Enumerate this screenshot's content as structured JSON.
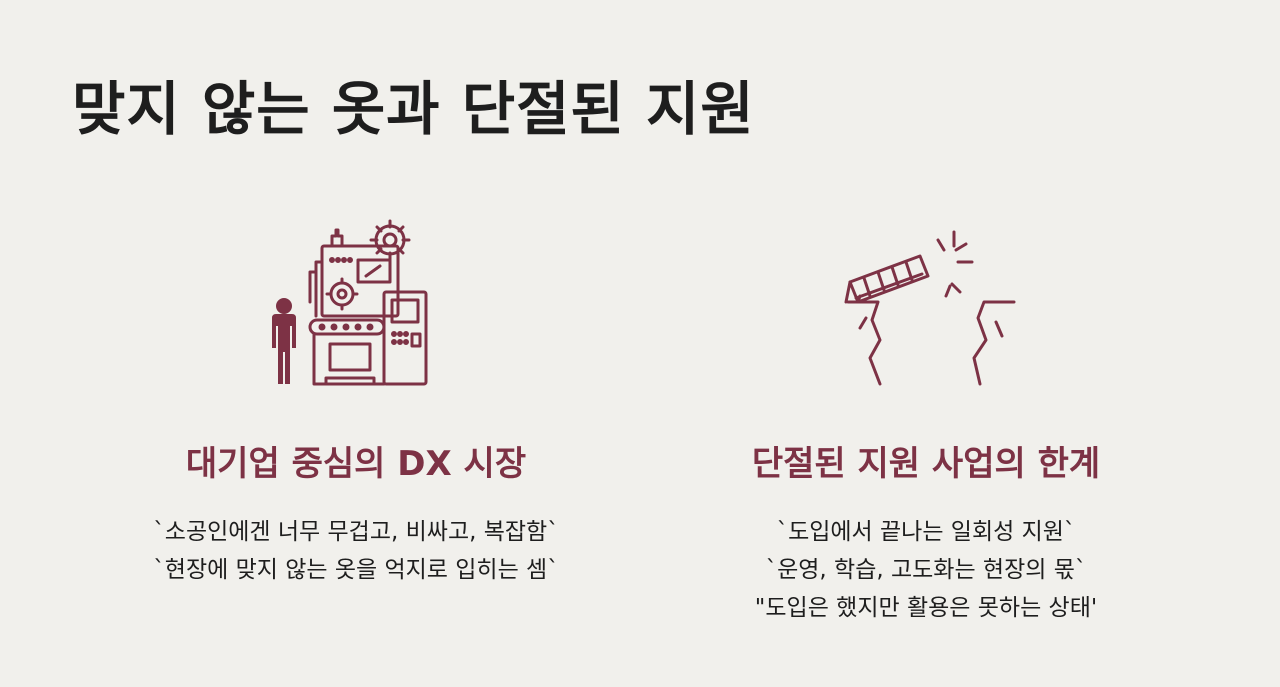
{
  "slide": {
    "title": "맞지 않는 옷과 단절된 지원",
    "accent_color": "#7d3245",
    "text_color": "#1e1e1e",
    "background_color": "#f1f0ec"
  },
  "left_column": {
    "icon": "factory-machine-with-person-icon",
    "heading": "대기업 중심의 DX 시장",
    "lines": [
      "`소공인에겐 너무 무겁고, 비싸고, 복잡함`",
      "`현장에 맞지 않는 옷을 억지로 입히는 셈`"
    ]
  },
  "right_column": {
    "icon": "broken-bridge-over-gap-icon",
    "heading": "단절된 지원 사업의 한계",
    "lines": [
      "`도입에서 끝나는 일회성 지원`",
      "`운영, 학습, 고도화는 현장의 몫`",
      "\"도입은 했지만 활용은 못하는 상태'"
    ]
  }
}
